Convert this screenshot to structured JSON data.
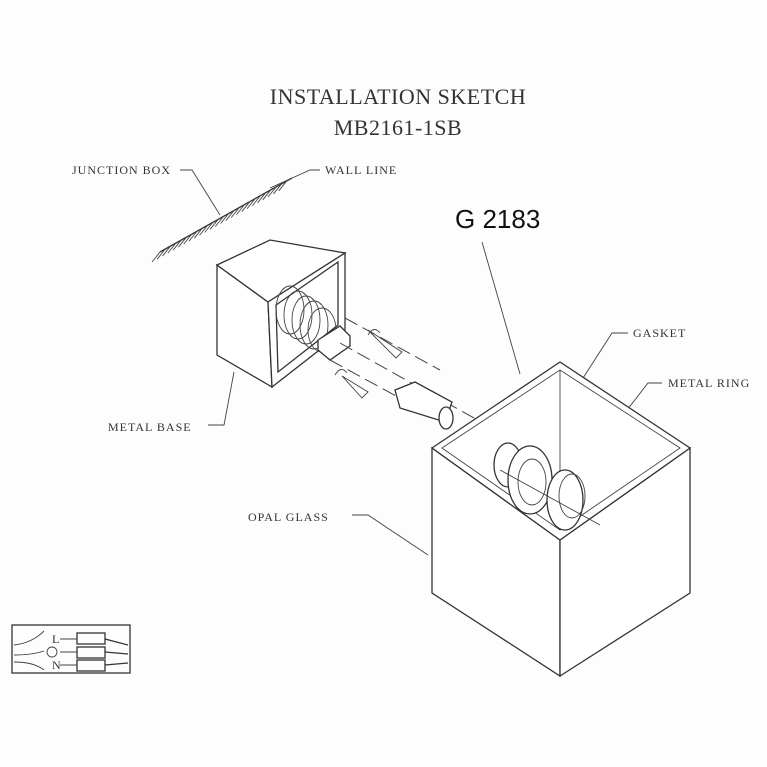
{
  "title": "INSTALLATION SKETCH",
  "model_number": "MB2161-1SB",
  "product_code": "G 2183",
  "labels": {
    "junction_box": "JUNCTION BOX",
    "wall_line": "WALL LINE",
    "gasket": "GASKET",
    "metal_ring": "METAL RING",
    "metal_base": "METAL BASE",
    "opal_glass": "OPAL GLASS"
  },
  "wiring": {
    "live": "L",
    "neutral": "N"
  }
}
